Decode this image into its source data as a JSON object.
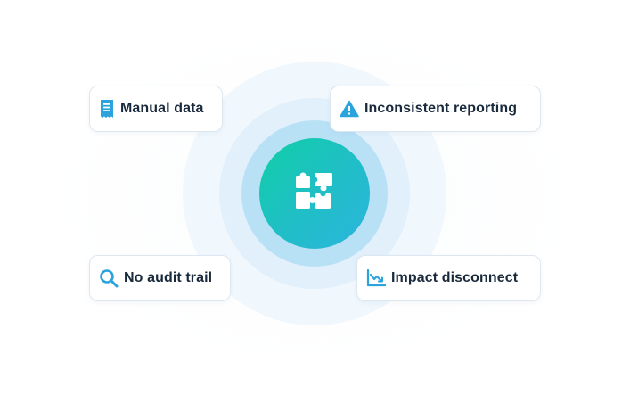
{
  "cards": {
    "manual_data": {
      "label": "Manual data",
      "icon": "receipt-icon"
    },
    "inconsistent_reporting": {
      "label": "Inconsistent reporting",
      "icon": "warning-triangle-icon"
    },
    "no_audit_trail": {
      "label": "No audit trail",
      "icon": "search-icon"
    },
    "impact_disconnect": {
      "label": "Impact disconnect",
      "icon": "chart-decline-icon"
    }
  },
  "hub": {
    "icon": "puzzle-icon"
  },
  "colors": {
    "accent_blue": "#2ba3dc",
    "hub_gradient_start": "#10cfa6",
    "hub_gradient_end": "#2bb5de",
    "text_dark": "#1a2a3d"
  }
}
